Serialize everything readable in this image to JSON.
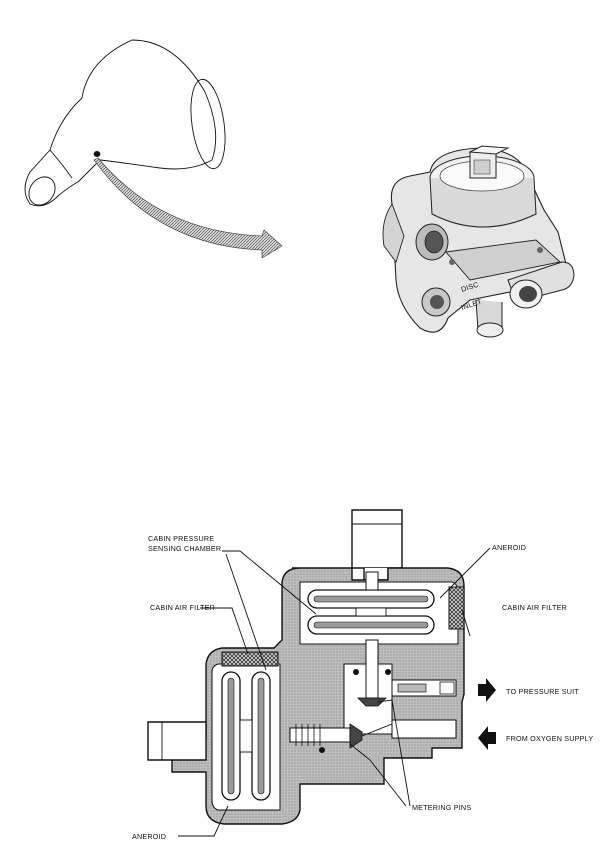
{
  "labels": {
    "cabin_pressure_line1": "CABIN  PRESSURE",
    "cabin_pressure_line2": "SENSING CHAMBER",
    "aneroid_top": "ANEROID",
    "cabin_air_filter_left": "CABIN AIR FILTER",
    "cabin_air_filter_right": "CABIN AIR FILTER",
    "to_pressure_suit": "TO PRESSURE SUIT",
    "from_oxygen_supply": "FROM OXYGEN SUPPLY",
    "metering_pins": "METERING PINS",
    "aneroid_bottom": "ANEROID"
  },
  "photo_markings": {
    "disc": "DISC",
    "inlet": "INLET"
  },
  "colors": {
    "ink": "#111111",
    "body_fill": "#b9b9b9",
    "background": "#ffffff"
  }
}
